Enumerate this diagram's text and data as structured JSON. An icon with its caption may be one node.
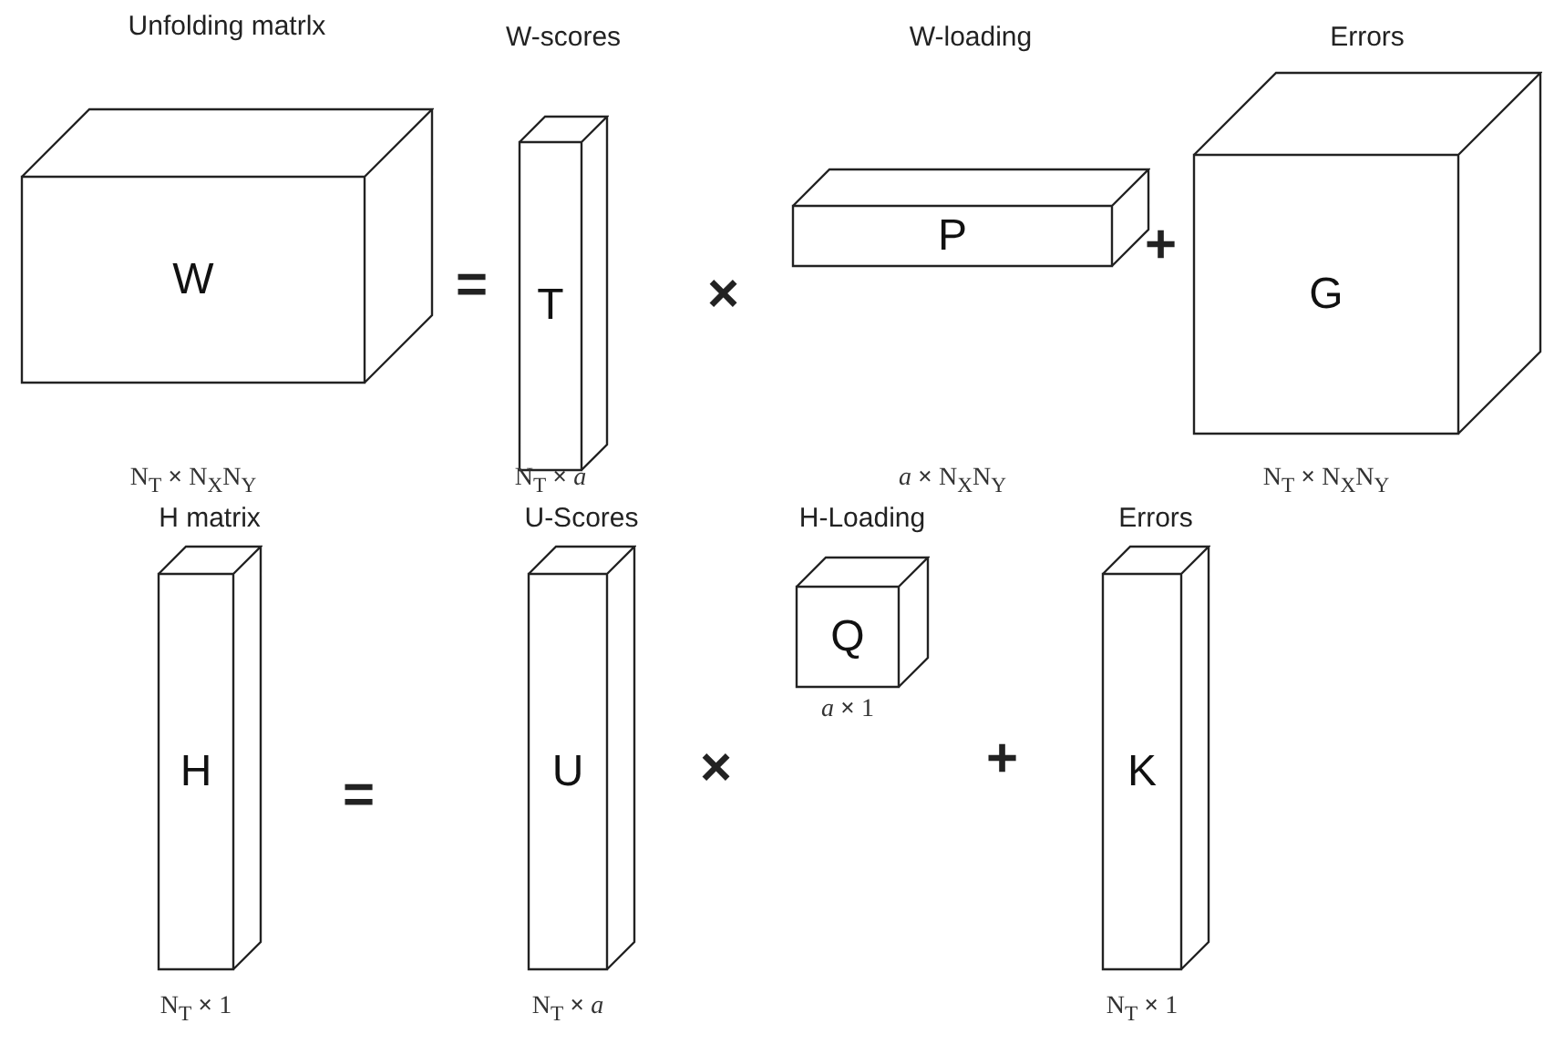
{
  "diagram": {
    "nodes": [
      {
        "text": [
          "Unfolding matrlx",
          "W",
          "N$_{T}$ **×** N$_{X}$N$_{Y}$"
        ]
      },
      {
        "text": [
          "W-scores",
          "T",
          "N$_{T}$ **×** *a*"
        ]
      },
      {
        "text": [
          "W-loading",
          "P",
          "*a* **×** N$_{X}$N$_{Y}$"
        ]
      },
      {
        "text": [
          "Errors",
          "G",
          "N$_{T}$ **×** N$_{X}$N$_{Y}$"
        ]
      },
      {
        "text": [
          "H matrix",
          "H",
          "N$_{T}$ **×** 1"
        ]
      },
      {
        "text": [
          "U-Scores",
          "U",
          "N$_{T}$ **×** *a*"
        ]
      },
      {
        "text": [
          "H-Loading",
          "Q",
          "*a* **×** 1"
        ]
      },
      {
        "text": [
          "Errors",
          "K",
          "N$_{T}$ **×** 1"
        ]
      }
    ],
    "edges": [],
    "labels": [
      "=",
      "×",
      "+",
      "=",
      "×",
      "+"
    ]
  }
}
